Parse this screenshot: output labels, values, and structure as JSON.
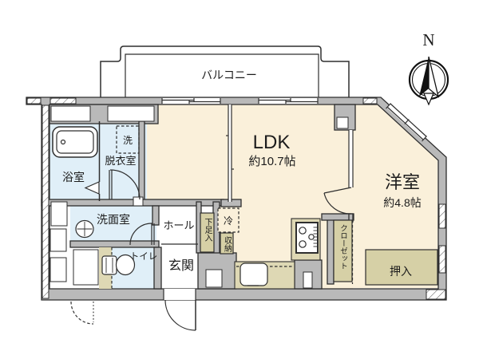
{
  "floor_plan": {
    "compass": {
      "label": "N"
    },
    "balcony": {
      "label": "バルコニー"
    },
    "rooms": {
      "ldk": {
        "label": "LDK",
        "area": "約10.7帖"
      },
      "western_room": {
        "label": "洋室",
        "area": "約4.8帖"
      },
      "bathroom": {
        "label": "浴室"
      },
      "dressing_room": {
        "label": "脱衣室"
      },
      "washer": {
        "label": "洗"
      },
      "washroom": {
        "label": "洗面室"
      },
      "toilet": {
        "label": "トイレ"
      },
      "hall": {
        "label": "ホール"
      },
      "entrance": {
        "label": "玄関"
      },
      "shoe_cabinet": {
        "label": "下足入"
      },
      "refrigerator": {
        "label": "冷"
      },
      "storage": {
        "label": "収納"
      },
      "closet": {
        "label": "クローゼット"
      },
      "oshiire": {
        "label": "押入"
      }
    },
    "colors": {
      "wall_gray": "#b9b9b9",
      "room_cream": "#faf0da",
      "water_blue": "#e0eff8",
      "storage_beige": "#d6d0a6",
      "kitchen_beige": "#ded8b4",
      "line": "#2e2e2e",
      "background": "#ffffff"
    }
  }
}
